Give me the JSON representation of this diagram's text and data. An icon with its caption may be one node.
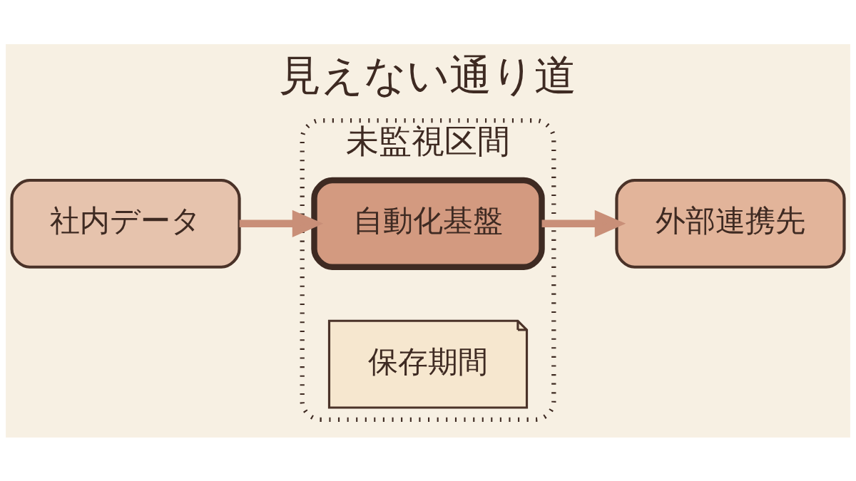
{
  "diagram": {
    "title": "見えない通り道",
    "nodes": [
      {
        "text": [
          "社内データ"
        ]
      },
      {
        "text": [
          "未監視区間"
        ]
      },
      {
        "text": [
          "自動化基盤"
        ],
        "in": 1
      },
      {
        "text": [
          "保存期間"
        ],
        "in": 1
      },
      {
        "text": [
          "外部連携先"
        ]
      }
    ],
    "edges": [
      {
        "from": 0,
        "to": 2,
        "arrow": "to"
      },
      {
        "from": 2,
        "to": 4,
        "arrow": "to"
      }
    ]
  }
}
